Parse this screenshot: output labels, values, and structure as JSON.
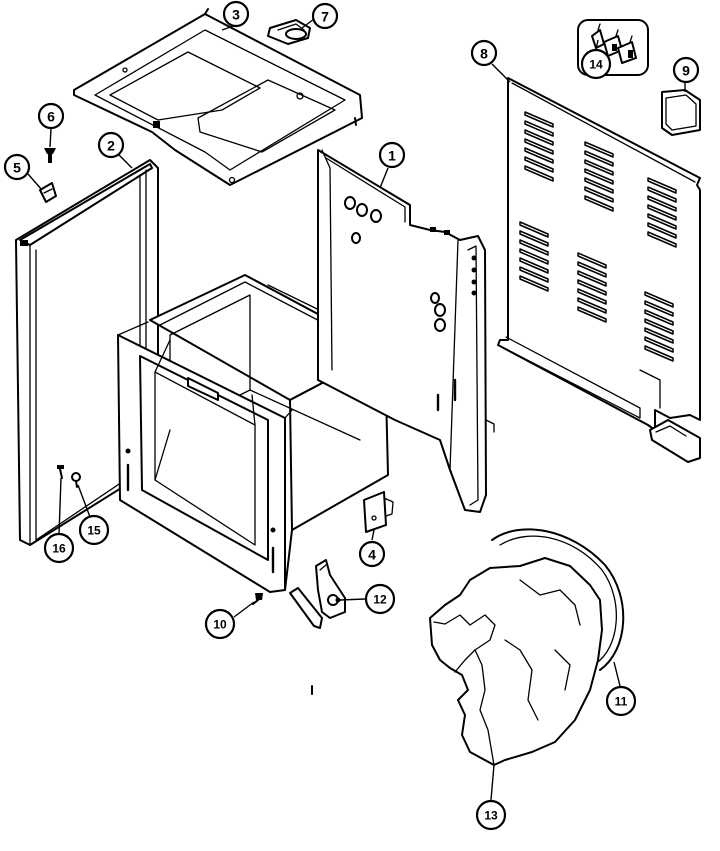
{
  "diagram": {
    "type": "exploded-parts-diagram",
    "callouts": [
      {
        "id": "c1",
        "label": "1"
      },
      {
        "id": "c2",
        "label": "2"
      },
      {
        "id": "c3",
        "label": "3"
      },
      {
        "id": "c4",
        "label": "4"
      },
      {
        "id": "c5",
        "label": "5"
      },
      {
        "id": "c6",
        "label": "6"
      },
      {
        "id": "c7",
        "label": "7"
      },
      {
        "id": "c8",
        "label": "8"
      },
      {
        "id": "c9",
        "label": "9"
      },
      {
        "id": "c10",
        "label": "10"
      },
      {
        "id": "c11",
        "label": "11"
      },
      {
        "id": "c12",
        "label": "12"
      },
      {
        "id": "c13",
        "label": "13"
      },
      {
        "id": "c14",
        "label": "14"
      },
      {
        "id": "c15",
        "label": "15"
      },
      {
        "id": "c16",
        "label": "16"
      }
    ],
    "colors": {
      "ink": "#000000",
      "paper": "#ffffff"
    }
  }
}
